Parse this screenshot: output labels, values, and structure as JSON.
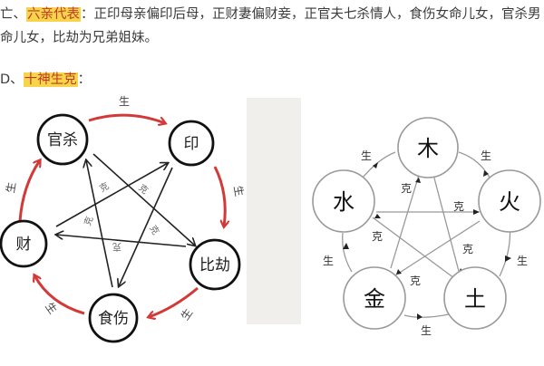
{
  "text": {
    "line1_prefix": "亡、",
    "line1_highlight": "六亲代表",
    "line1_rest": "：正印母亲偏印后母，正财妻偏财妾，正官夫七杀情人，食伤女命儿女，官杀男",
    "line2": "命儿女，比劫为兄弟姐妹。",
    "line3_prefix": "D、",
    "line3_highlight": "十神生克",
    "line3_rest": "："
  },
  "colors": {
    "highlight_bg": "#f7d54a",
    "highlight_text": "#c0392b",
    "sheng_arrow": "#d23a3a",
    "ke_arrow": "#222222",
    "wuxing_line": "#888888"
  },
  "left_diagram": {
    "nodes": [
      {
        "id": "guansha",
        "label": "官杀"
      },
      {
        "id": "yin",
        "label": "印"
      },
      {
        "id": "bijie",
        "label": "比劫"
      },
      {
        "id": "shishang",
        "label": "食伤"
      },
      {
        "id": "cai",
        "label": "财"
      }
    ],
    "sheng_label": "生",
    "ke_label": "克"
  },
  "right_diagram": {
    "nodes": [
      {
        "id": "mu",
        "label": "木"
      },
      {
        "id": "huo",
        "label": "火"
      },
      {
        "id": "tu",
        "label": "土"
      },
      {
        "id": "jin",
        "label": "金"
      },
      {
        "id": "shui",
        "label": "水"
      }
    ],
    "sheng_label": "生",
    "ke_label": "克"
  }
}
